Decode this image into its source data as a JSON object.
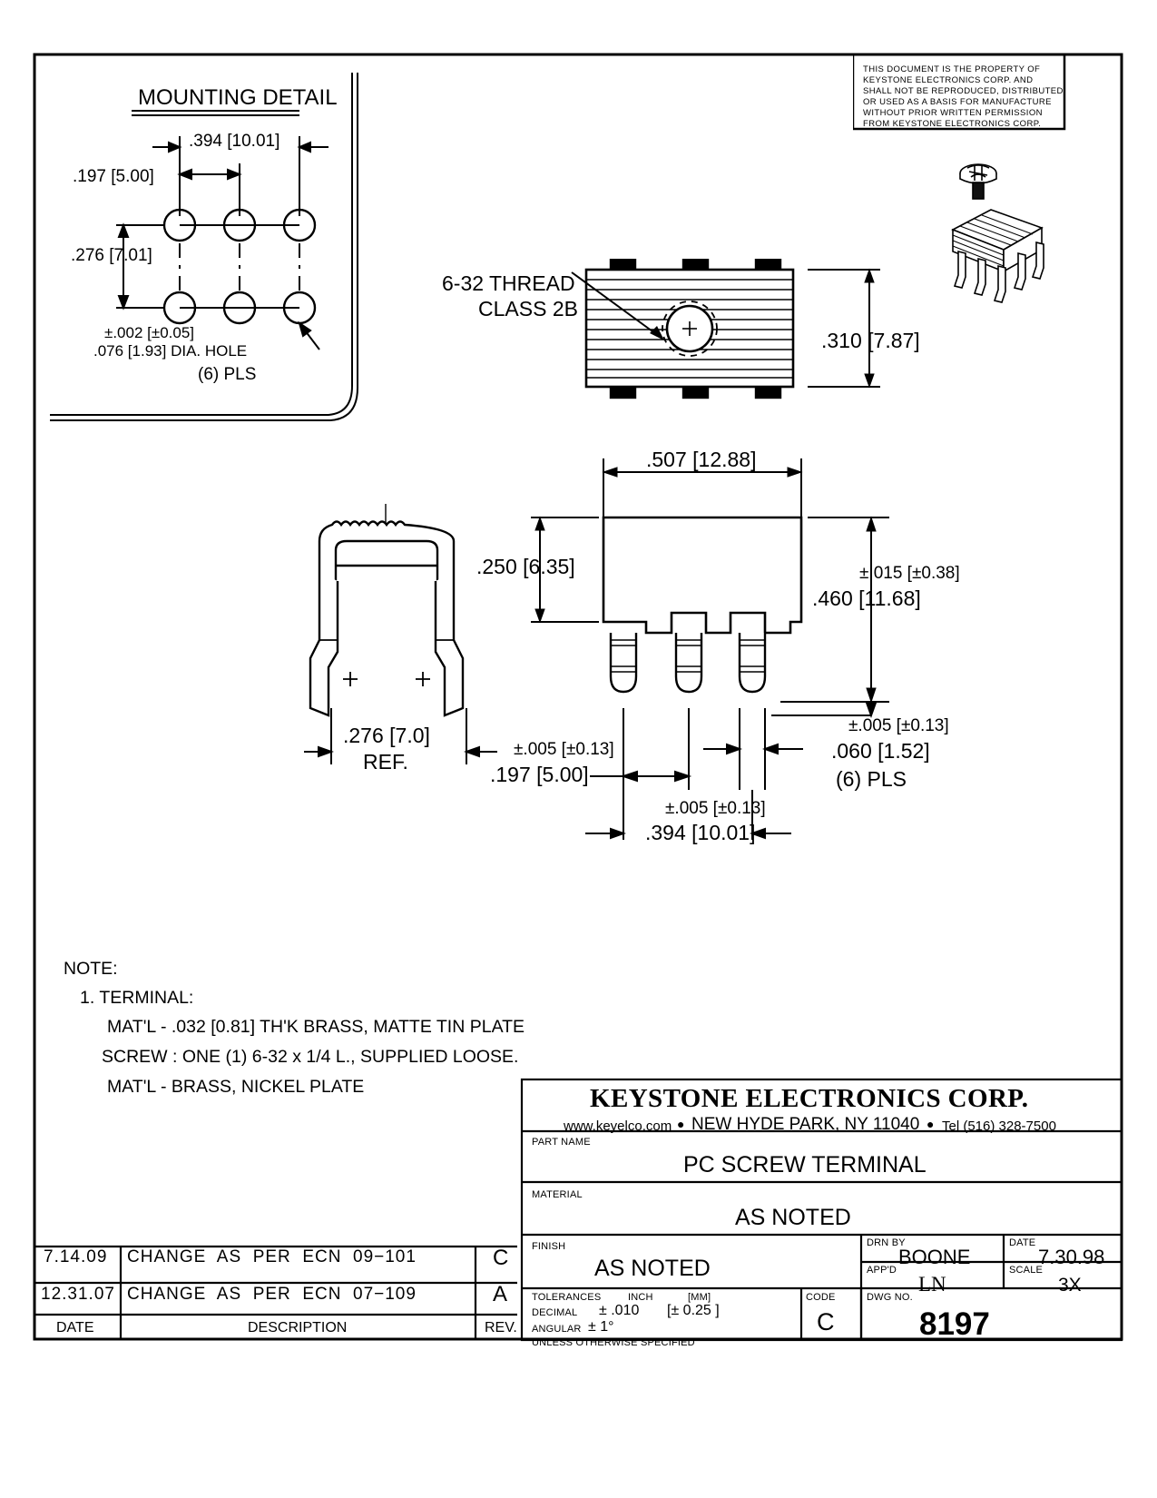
{
  "copyright_block": {
    "lines": [
      "THIS DOCUMENT IS THE PROPERTY OF",
      "KEYSTONE ELECTRONICS CORP. AND",
      "SHALL NOT BE REPRODUCED, DISTRIBUTED",
      "OR USED AS A BASIS FOR MANUFACTURE",
      "WITHOUT PRIOR WRITTEN PERMISSION",
      "FROM KEYSTONE ELECTRONICS CORP."
    ]
  },
  "mounting_detail": {
    "title": "MOUNTING DETAIL",
    "dim_overall_horizontal": ".394 [10.01]",
    "dim_pitch_horizontal": ".197 [5.00]",
    "dim_vertical": ".276 [7.01]",
    "hole_tolerance": "±.002 [±0.05]",
    "hole_callout": ".076 [1.93] DIA. HOLE",
    "hole_qty": "(6) PLS"
  },
  "top_view": {
    "thread_label_line1": "6-32 THREAD",
    "thread_label_line2": "CLASS 2B",
    "dim_height": ".310 [7.87]"
  },
  "front_view": {
    "dim_width": ".507 [12.88]",
    "dim_body_height": ".250 [6.35]",
    "dim_total_height_tol": "±.015 [±0.38]",
    "dim_total_height": ".460 [11.68]",
    "dim_pin_pitch_tol": "±.005 [±0.13]",
    "dim_pin_pitch": ".197 [5.00]",
    "dim_pin_width_tol": "±.005 [±0.13]",
    "dim_pin_width": ".060 [1.52]",
    "dim_pin_qty": "(6) PLS",
    "dim_span_tol": "±.005 [±0.13]",
    "dim_span": ".394 [10.01]"
  },
  "side_view": {
    "dim_width": ".276 [7.0]",
    "dim_ref": "REF."
  },
  "notes": {
    "heading": "NOTE:",
    "items": [
      "1. TERMINAL:",
      "MAT'L - .032 [0.81] TH'K BRASS, MATTE TIN PLATE",
      "SCREW : ONE (1) 6-32 x 1/4 L., SUPPLIED LOOSE.",
      "MAT'L - BRASS, NICKEL PLATE"
    ]
  },
  "title_block": {
    "company": "KEYSTONE ELECTRONICS CORP.",
    "address_website": "www.keyelco.com",
    "address_bullet1": "●",
    "address_city": "NEW HYDE PARK, NY 11040",
    "address_bullet2": "●",
    "address_tel": "Tel (516) 328-7500",
    "part_name_label": "PART NAME",
    "part_name_value": "PC SCREW TERMINAL",
    "material_label": "MATERIAL",
    "material_value": "AS NOTED",
    "finish_label": "FINISH",
    "finish_value": "AS NOTED",
    "drn_by_label": "DRN BY",
    "drn_by_value": "BOONE",
    "date_label": "DATE",
    "date_value": "7.30.98",
    "appd_label": "APP'D",
    "appd_value": "LN",
    "scale_label": "SCALE",
    "scale_value": "3X",
    "tolerances_label": "TOLERANCES",
    "tolerances_inch": "INCH",
    "tolerances_mm": "[MM]",
    "decimal_label": "DECIMAL",
    "decimal_value": "± .010",
    "decimal_mm": "[± 0.25 ]",
    "angular_label": "ANGULAR",
    "angular_value": "± 1°",
    "unless_note": "UNLESS OTHERWISE SPECIFIED",
    "code_label": "CODE",
    "code_value": "C",
    "dwg_no_label": "DWG NO.",
    "dwg_no_value": "8197"
  },
  "revision_table": {
    "headers": {
      "date": "DATE",
      "description": "DESCRIPTION",
      "rev": "REV."
    },
    "rows": [
      {
        "date": "7.14.09",
        "description": "CHANGE  AS  PER  ECN  09−101",
        "rev": "C"
      },
      {
        "date": "12.31.07",
        "description": "CHANGE  AS  PER  ECN  07−109",
        "rev": "A"
      }
    ]
  }
}
